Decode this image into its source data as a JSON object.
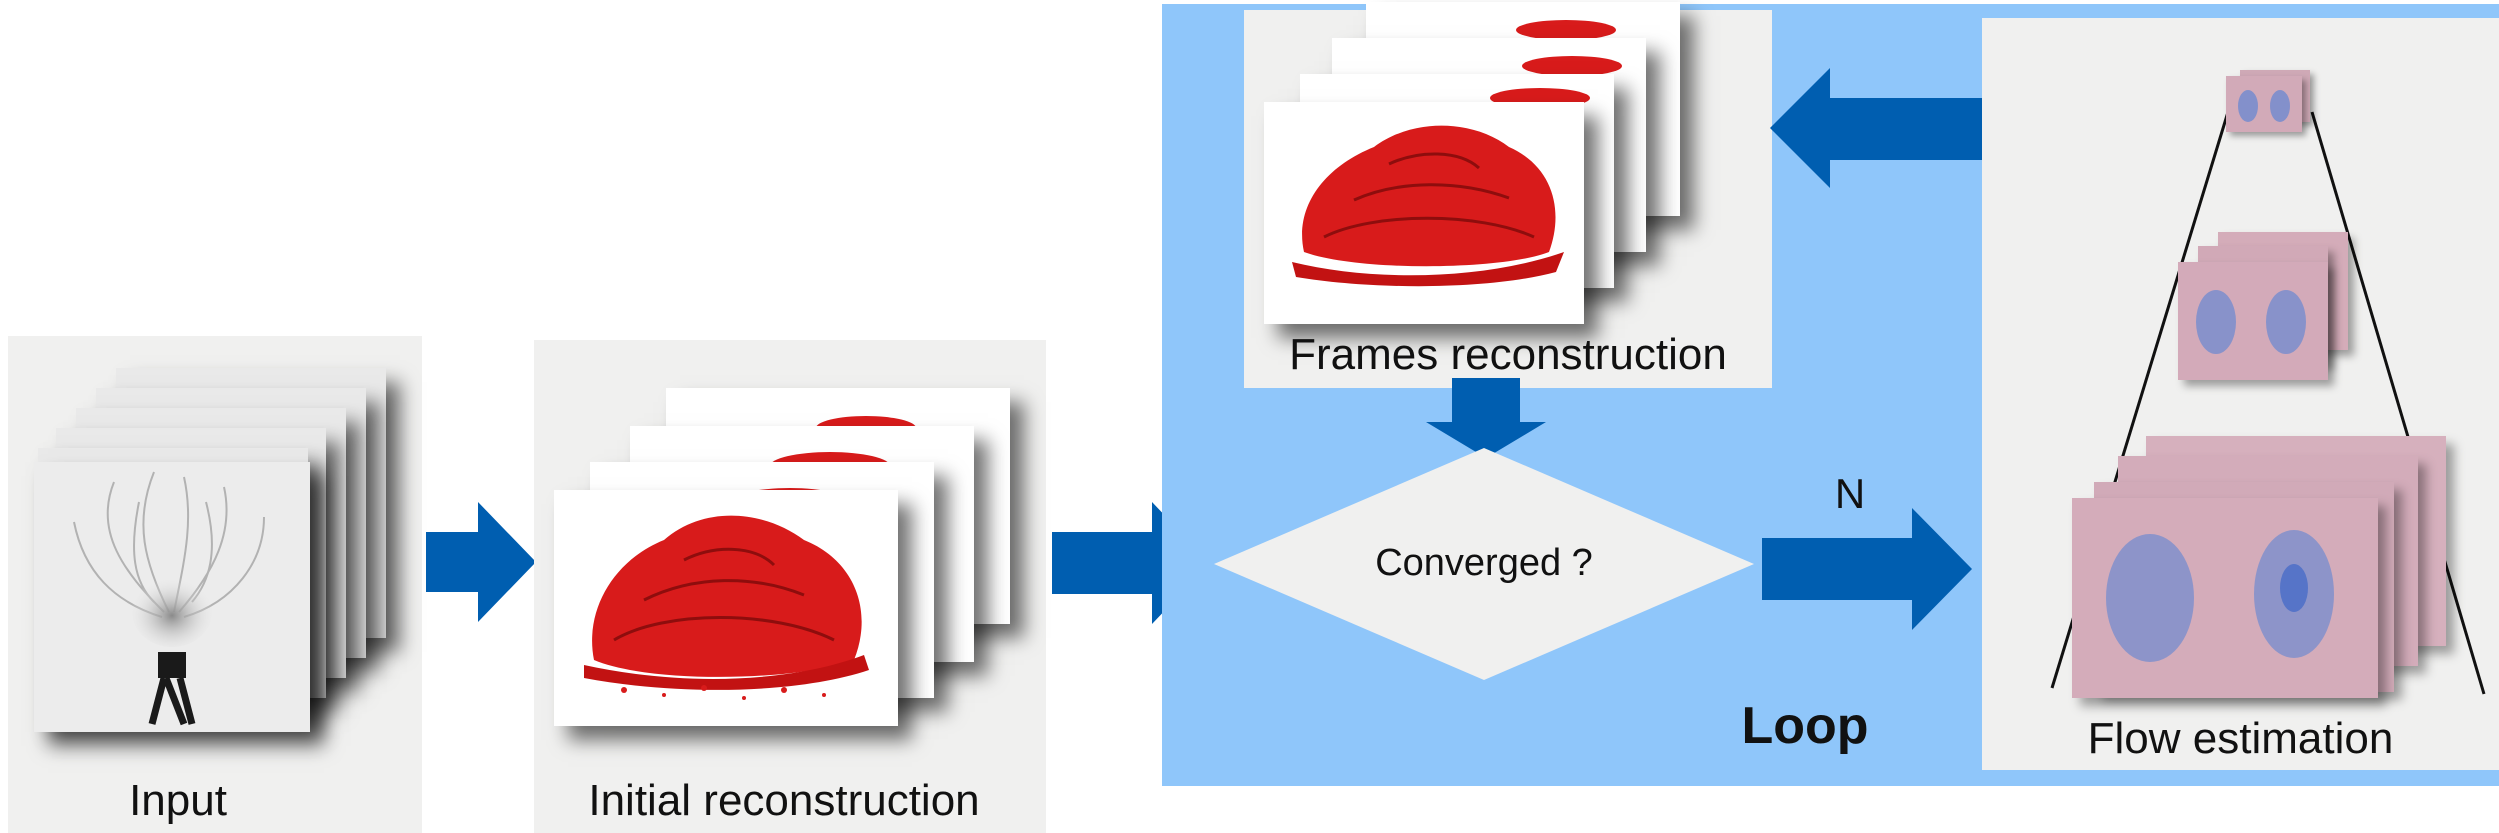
{
  "labels": {
    "input": "Input",
    "initial": "Initial reconstruction",
    "frames": "Frames reconstruction",
    "decision": "Converged ?",
    "no_branch": "N",
    "loop": "Loop",
    "flow": "Flow estimation"
  },
  "colors": {
    "arrow": "#005eb0",
    "loop_background": "#8fc6fa",
    "panel_background": "#f0f0ef",
    "rose": "#d81b1b"
  },
  "icons": {
    "input_image": "x-ray-flower-image",
    "rose_image": "red-rose-image",
    "flow_image": "optical-flow-field-image"
  }
}
